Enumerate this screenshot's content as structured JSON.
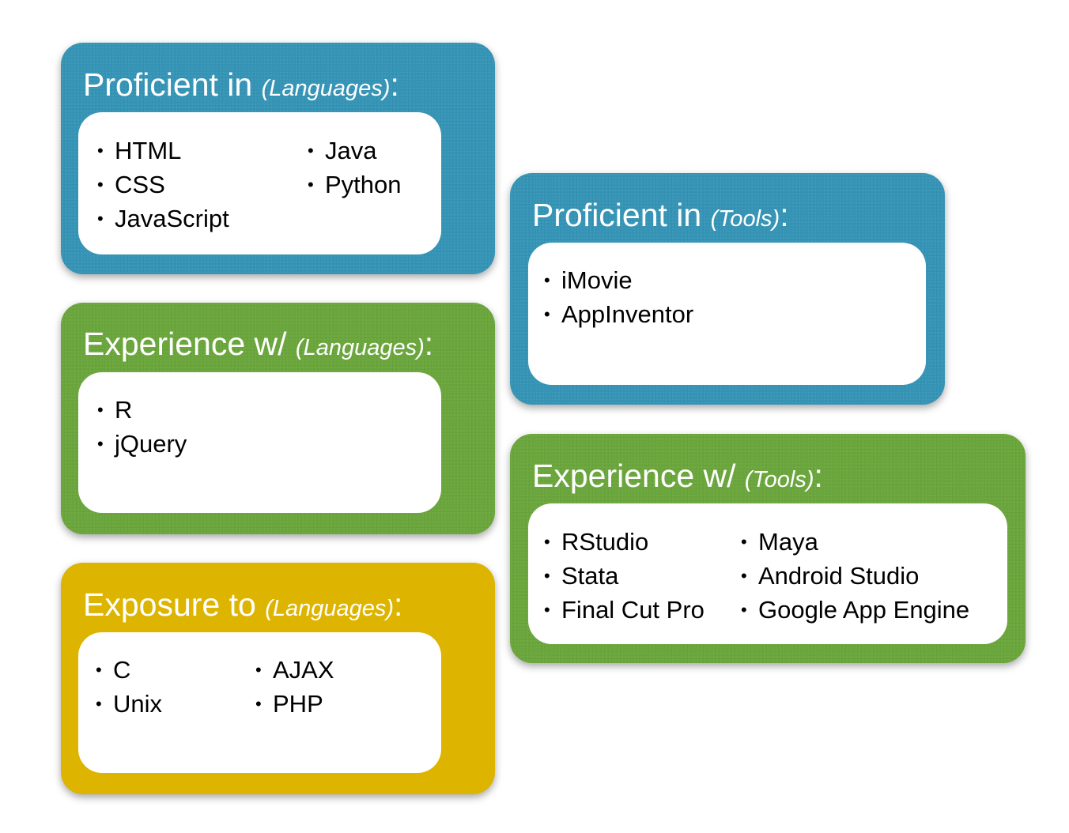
{
  "cards": {
    "prof_lang": {
      "title": "Proficient in ",
      "qualifier": "(Languages)",
      "suffix": ":",
      "col1": [
        "HTML",
        "CSS",
        "JavaScript"
      ],
      "col2": [
        "Java",
        "Python"
      ]
    },
    "prof_tools": {
      "title": "Proficient in ",
      "qualifier": "(Tools)",
      "suffix": ":",
      "col1": [
        "iMovie",
        "AppInventor"
      ]
    },
    "exp_lang": {
      "title": "Experience w/ ",
      "qualifier": "(Languages)",
      "suffix": ":",
      "col1": [
        "R",
        "jQuery"
      ]
    },
    "exp_tools": {
      "title": "Experience w/ ",
      "qualifier": "(Tools)",
      "suffix": ":",
      "col1": [
        "RStudio",
        "Stata",
        "Final Cut Pro"
      ],
      "col2": [
        "Maya",
        "Android Studio",
        "Google App Engine"
      ]
    },
    "expo_lang": {
      "title": "Exposure to ",
      "qualifier": "(Languages)",
      "suffix": ":",
      "col1": [
        "C",
        "Unix"
      ],
      "col2": [
        "AJAX",
        "PHP"
      ]
    }
  },
  "bullet": "•",
  "colors": {
    "blue": "#3594b6",
    "green": "#6aa63c",
    "yellow": "#ddb400"
  }
}
